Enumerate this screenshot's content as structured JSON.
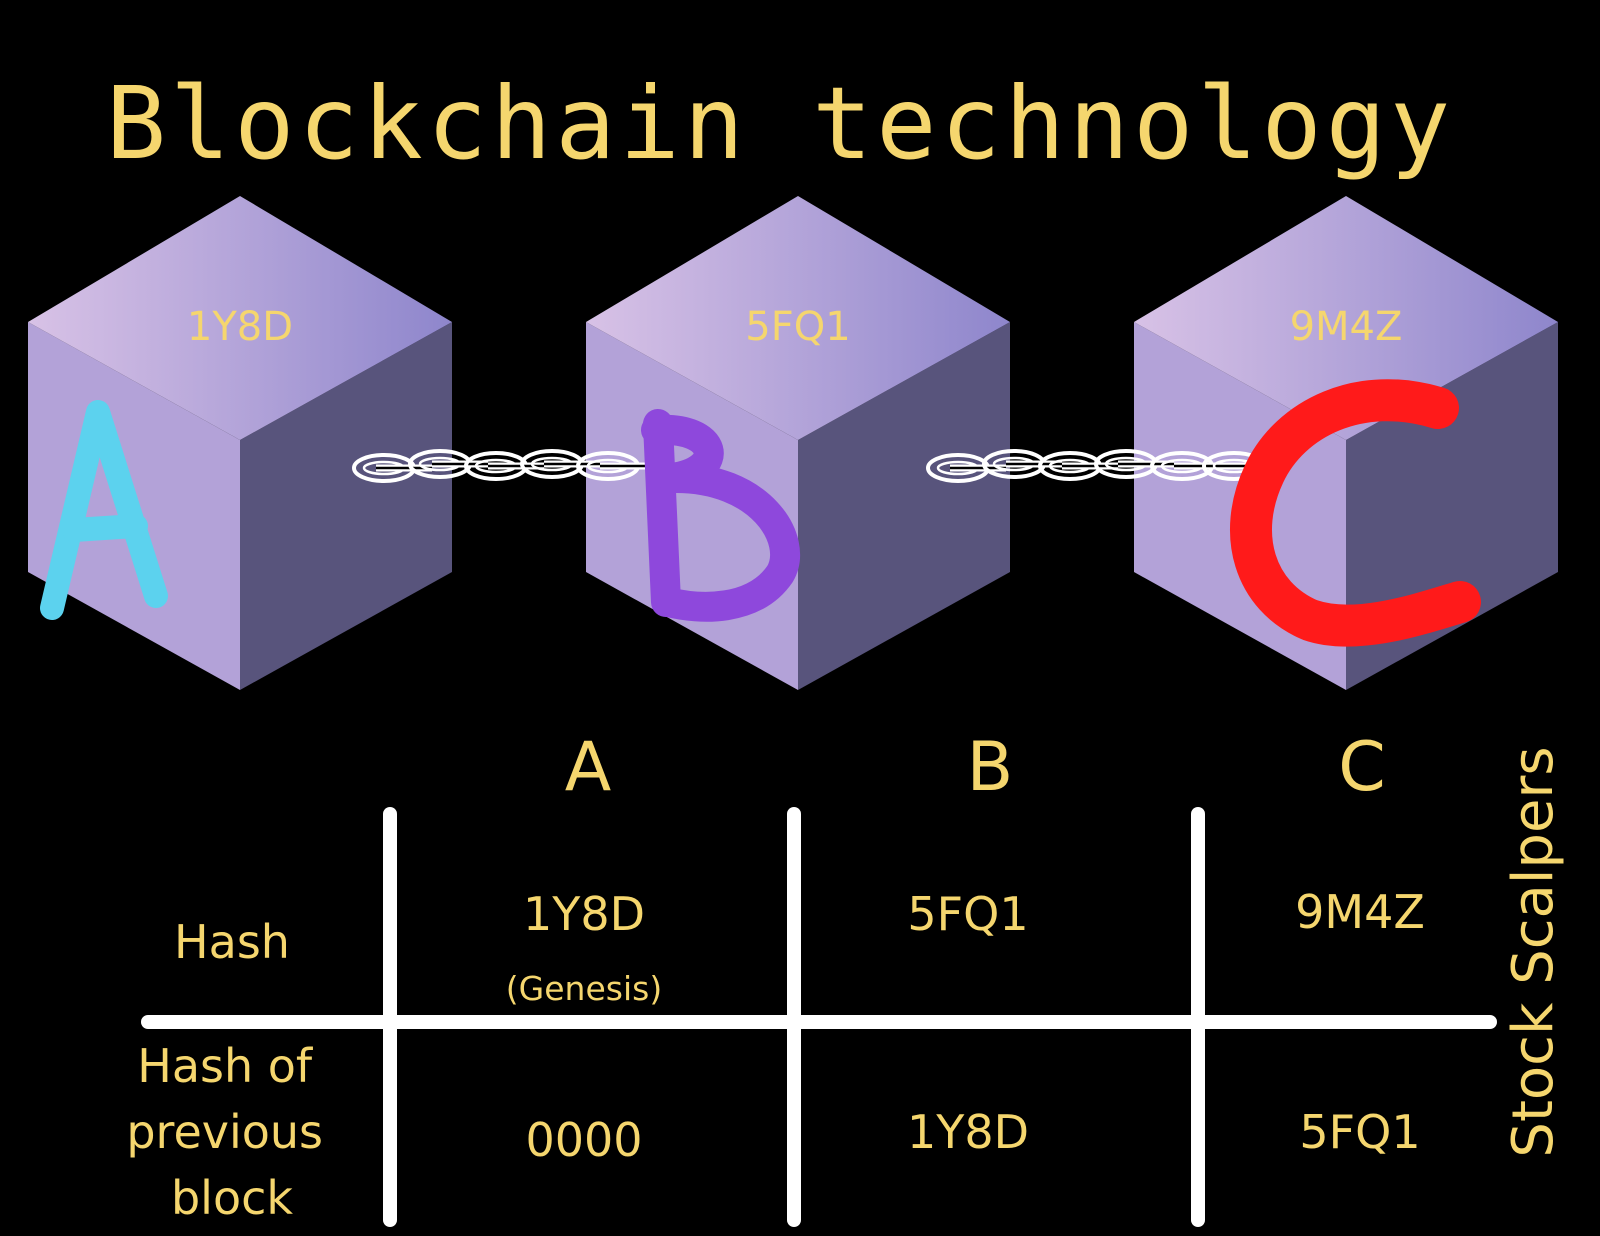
{
  "title": "Blockchain technology",
  "colors": {
    "background": "#000000",
    "text": "#F5D66E",
    "cube_left_face": "#B3A2D8",
    "cube_right_face": "#58547C",
    "cube_top_light": "#D8C2E6",
    "cube_top_dark": "#8E86CC",
    "chain": "#FFFFFF",
    "grid": "#FFFFFF",
    "letter_a": "#5CD2EE",
    "letter_b": "#8E48DC",
    "letter_c": "#FF1A1A"
  },
  "blocks": [
    {
      "letter": "A",
      "hash": "1Y8D"
    },
    {
      "letter": "B",
      "hash": "5FQ1"
    },
    {
      "letter": "C",
      "hash": "9M4Z"
    }
  ],
  "table": {
    "columns": [
      "A",
      "B",
      "C"
    ],
    "row_labels": {
      "hash": [
        "Hash"
      ],
      "prev": [
        "Hash of",
        "previous",
        "block"
      ]
    },
    "hash_values": [
      "1Y8D",
      "5FQ1",
      "9M4Z"
    ],
    "genesis_note": "(Genesis)",
    "prev_values": [
      "0000",
      "1Y8D",
      "5FQ1"
    ]
  },
  "watermark": "Stock Scalpers"
}
